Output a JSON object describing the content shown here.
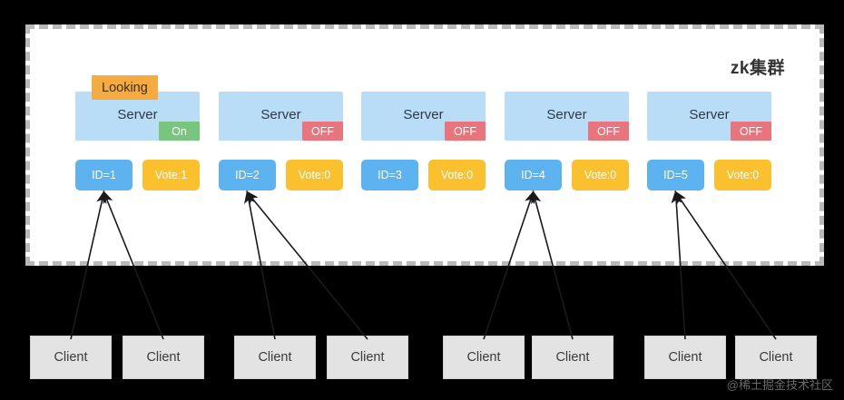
{
  "diagram": {
    "title": "zk集群",
    "watermark": "@稀土掘金技术社区",
    "colors": {
      "background": "#000000",
      "panel": "#ffffff",
      "panel_border": "#b9b9b9",
      "server_box": "#b9dcf7",
      "id_chip": "#5cb3ef",
      "vote_chip": "#fbc02d",
      "badge_off": "#e8757d",
      "badge_on": "#77c57f",
      "badge_looking": "#f5ab40",
      "client_box": "#e3e3e3",
      "arrow": "#1a1a1a"
    }
  },
  "servers": [
    {
      "label": "Server",
      "state": "On",
      "state_kind": "on",
      "looking": "Looking",
      "has_looking": true,
      "id": "ID=1",
      "vote": "Vote:1"
    },
    {
      "label": "Server",
      "state": "OFF",
      "state_kind": "off",
      "looking": "",
      "has_looking": false,
      "id": "ID=2",
      "vote": "Vote:0"
    },
    {
      "label": "Server",
      "state": "OFF",
      "state_kind": "off",
      "looking": "",
      "has_looking": false,
      "id": "ID=3",
      "vote": "Vote:0"
    },
    {
      "label": "Server",
      "state": "OFF",
      "state_kind": "off",
      "looking": "",
      "has_looking": false,
      "id": "ID=4",
      "vote": "Vote:0"
    },
    {
      "label": "Server",
      "state": "OFF",
      "state_kind": "off",
      "looking": "",
      "has_looking": false,
      "id": "ID=5",
      "vote": "Vote:0"
    }
  ],
  "clients": [
    {
      "label": "Client"
    },
    {
      "label": "Client"
    },
    {
      "label": "Client"
    },
    {
      "label": "Client"
    },
    {
      "label": "Client"
    },
    {
      "label": "Client"
    },
    {
      "label": "Client"
    },
    {
      "label": "Client"
    }
  ],
  "connections": [
    {
      "from_client": 0,
      "to_server": 0
    },
    {
      "from_client": 1,
      "to_server": 0
    },
    {
      "from_client": 2,
      "to_server": 1
    },
    {
      "from_client": 3,
      "to_server": 1
    },
    {
      "from_client": 4,
      "to_server": 3
    },
    {
      "from_client": 5,
      "to_server": 3
    },
    {
      "from_client": 6,
      "to_server": 4
    },
    {
      "from_client": 7,
      "to_server": 4
    }
  ],
  "layout": {
    "server_x": [
      83,
      241,
      398,
      556,
      713
    ],
    "client_x": [
      33,
      135,
      258,
      360,
      488,
      586,
      710,
      810
    ]
  }
}
